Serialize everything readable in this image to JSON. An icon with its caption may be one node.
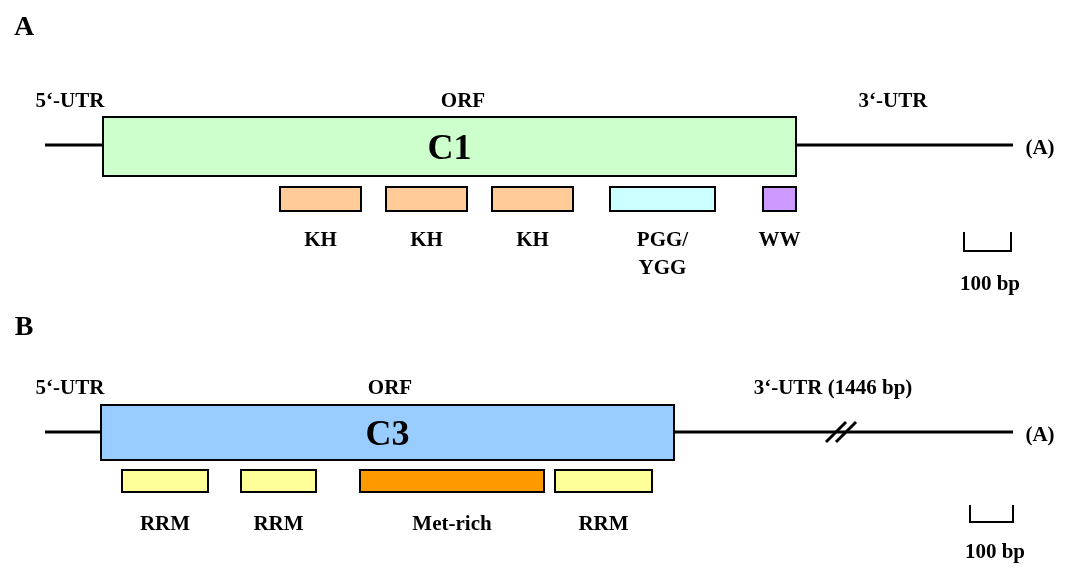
{
  "diagram": {
    "nodes": [
      {
        "text": [
          "C1"
        ]
      },
      {
        "text": [
          "KH"
        ]
      },
      {
        "text": [
          "KH"
        ]
      },
      {
        "text": [
          "KH"
        ]
      },
      {
        "text": [
          "PGG/ YGG"
        ]
      },
      {
        "text": [
          "WW"
        ]
      },
      {
        "text": [
          "C3"
        ]
      },
      {
        "text": [
          "RRM"
        ]
      },
      {
        "text": [
          "RRM"
        ]
      },
      {
        "text": [
          "Met-rich"
        ]
      },
      {
        "text": [
          "RRM"
        ]
      }
    ],
    "edges": [],
    "labels": [
      "A",
      "5‘-UTR",
      "ORF",
      "3‘-UTR",
      "(A)",
      "100 bp",
      "B",
      "5‘-UTR",
      "ORF",
      "3‘-UTR (1446 bp)",
      "(A)",
      "100 bp"
    ]
  }
}
